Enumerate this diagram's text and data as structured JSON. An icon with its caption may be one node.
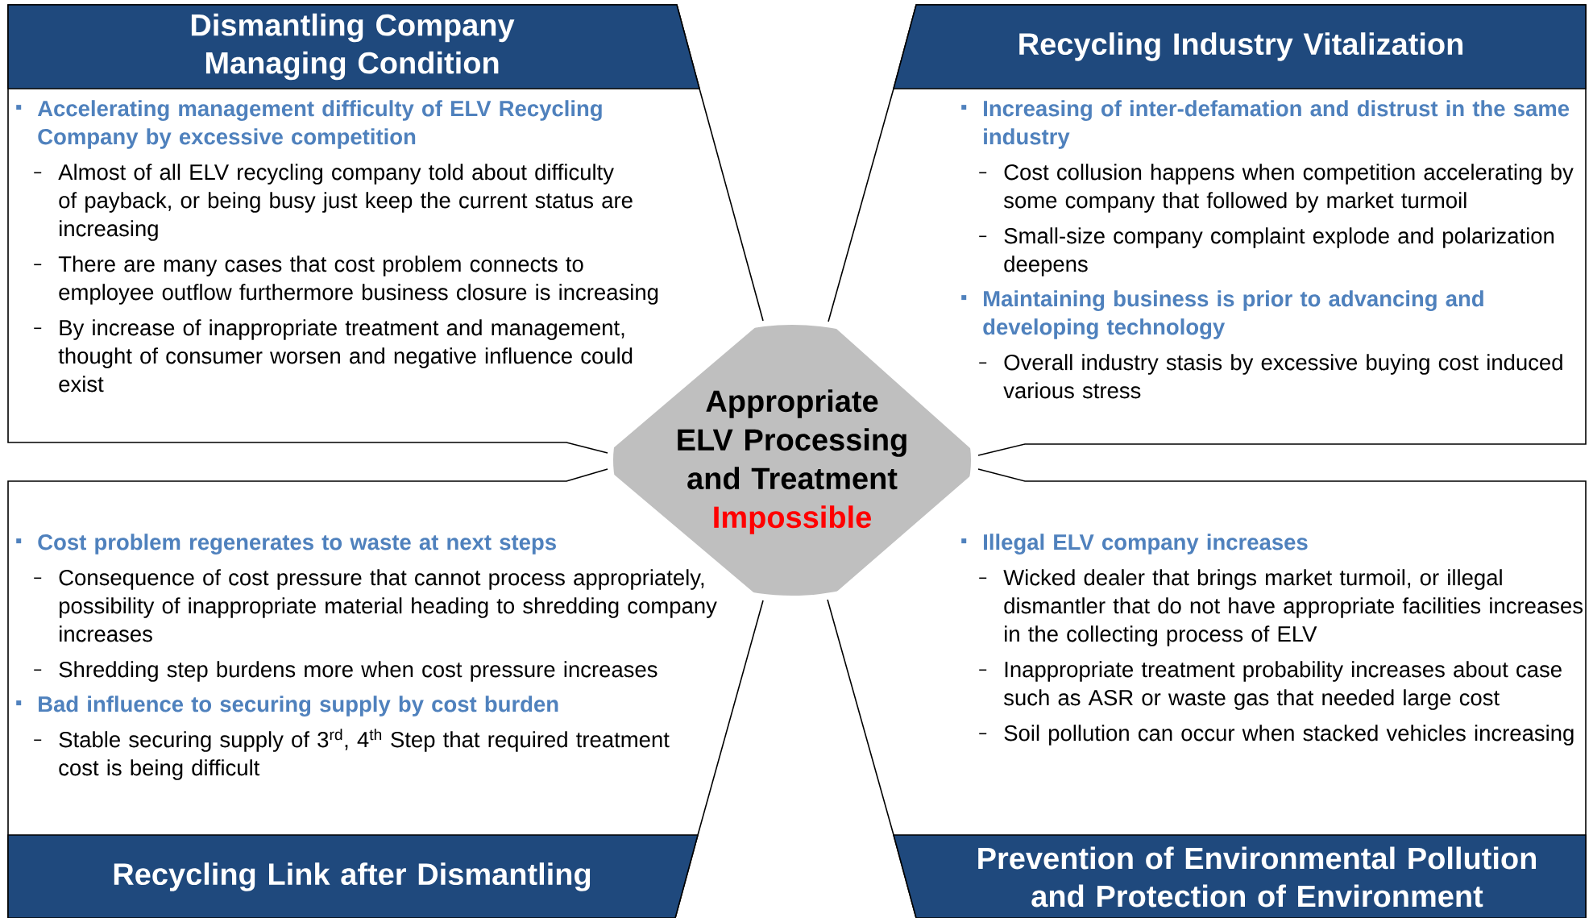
{
  "diagram": {
    "nodes": [
      {
        "text": [
          "Appropriate ELV Processing and Treatment",
          "Impossible"
        ]
      },
      {
        "text": [
          "Dismantling Company Managing Condition",
          "Accelerating management difficulty of ELV Recycling Company by excessive competition",
          "Almost of all ELV recycling company told about difficulty of payback, or being busy just keep the current status are increasing",
          "There are many cases that cost problem connects to employee outflow furthermore business closure is increasing",
          "By increase of inappropriate treatment and management, thought of consumer worsen and negative influence could exist"
        ]
      },
      {
        "text": [
          "Recycling Industry Vitalization",
          "Increasing of inter-defamation and distrust in the same industry",
          "Cost collusion happens when competition accelerating by some company that followed by market turmoil",
          "Small-size company complaint explode and polarization deepens",
          "Maintaining business is prior to advancing and developing technology",
          "Overall industry stasis by excessive buying cost induced various stress"
        ]
      },
      {
        "text": [
          "Cost problem regenerates to waste at next steps",
          "Consequence of cost pressure that cannot process appropriately, possibility of inappropriate material heading to shredding company increases",
          "Shredding step burdens more when cost pressure increases",
          "Bad influence to securing supply by cost burden",
          "Stable securing supply of 3$^{rd}$, 4$^{th}$ Step that required treatment cost is being difficult",
          "Recycling Link after Dismantling"
        ]
      },
      {
        "text": [
          "Illegal ELV company increases",
          "Wicked dealer that brings market turmoil, or illegal dismantler that  do not have appropriate facilities increases in the collecting process of ELV",
          "Inappropriate treatment probability increases about case such as ASR or waste gas that needed large cost",
          "Soil pollution can occur when stacked vehicles increasing",
          "Prevention of Environmental Pollution and Protection of Environment"
        ]
      }
    ]
  }
}
